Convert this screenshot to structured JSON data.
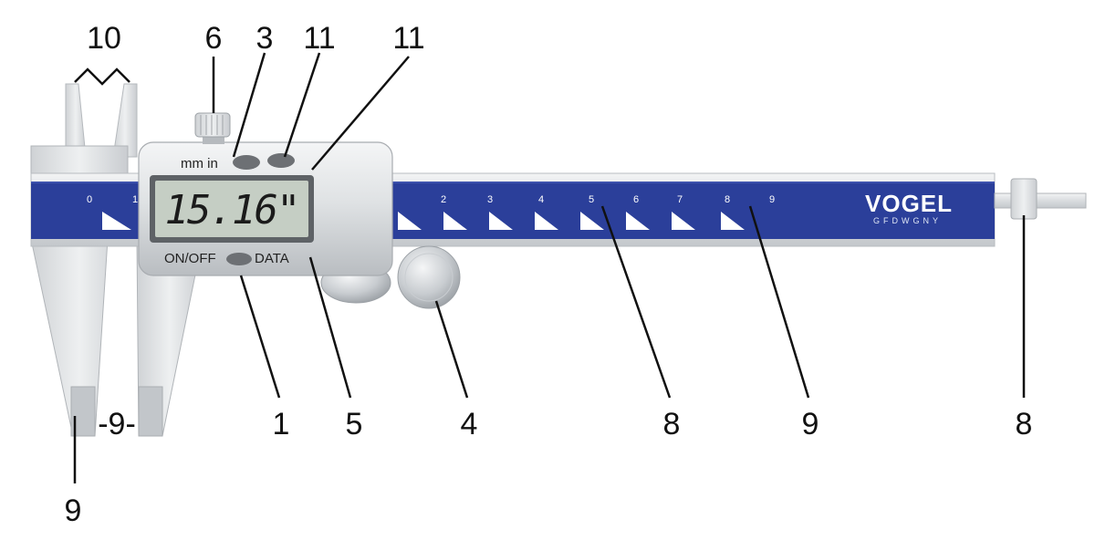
{
  "display": {
    "reading": "15.16\"",
    "unit_buttons_label": "mm in",
    "power_label": "ON/OFF",
    "data_label": "DATA"
  },
  "brand": {
    "name": "VOGEL",
    "tagline": "GFDWGNY"
  },
  "scale": {
    "main_numbers": [
      "0",
      "1",
      "2",
      "3",
      "4",
      "5",
      "6",
      "7",
      "8",
      "9"
    ]
  },
  "callouts": {
    "c10": "10",
    "c6": "6",
    "c3": "3",
    "c11a": "11",
    "c11b": "11",
    "c9_between": "-9-",
    "c9_bottom": "9",
    "c1": "1",
    "c5": "5",
    "c4": "4",
    "c8_mid": "8",
    "c9_mid": "9",
    "c8_right": "8"
  },
  "colors": {
    "scale_blue": "#2b3f9a",
    "steel_light": "#e4e6e8",
    "steel_mid": "#c6c9cd",
    "lcd_green": "#c5cec4"
  }
}
